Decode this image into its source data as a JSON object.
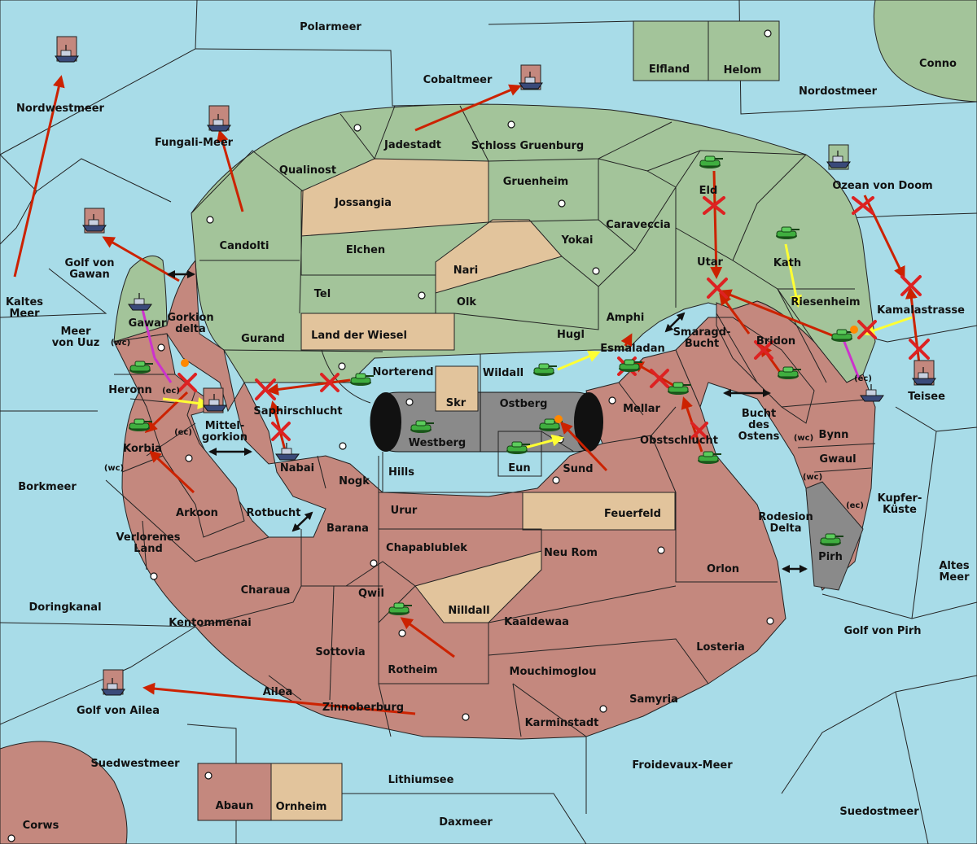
{
  "colors": {
    "sea": "#a8dce8",
    "green": "#a3c49a",
    "red": "#c4887e",
    "neutral": "#e2c49c",
    "impassable": "#8a8a8a",
    "order_move": "#cc2200",
    "order_support": "#ffff33",
    "order_convoy": "#cc33cc",
    "dislodged": "#dd2222"
  },
  "labels": {
    "polarmeer": "Polarmeer",
    "elfland": "Elfland",
    "helom": "Helom",
    "conno": "Conno",
    "nordostmeer": "Nordostmeer",
    "cobaltmeer": "Cobaltmeer",
    "nordwestmeer": "Nordwestmeer",
    "jadestadt": "Jadestadt",
    "schloss_gruenburg": "Schloss Gruenburg",
    "qualinost": "Qualinost",
    "fungali_meer": "Fungali-Meer",
    "gruenheim": "Gruenheim",
    "jossangia": "Jossangia",
    "eld": "Eld",
    "ozean_von_doom": "Ozean von Doom",
    "caraveccia": "Caraveccia",
    "candolti": "Candolti",
    "elchen": "Elchen",
    "yokai": "Yokai",
    "golf_von_gawan": "Golf von\nGawan",
    "nari": "Nari",
    "utar": "Utar",
    "kath": "Kath",
    "kaltes_meer": "Kaltes\nMeer",
    "tel": "Tel",
    "olk": "Olk",
    "riesenheim": "Riesenheim",
    "kamalastrasse": "Kamalastrasse",
    "gorkion_delta": "Gorkion\ndelta",
    "amphi": "Amphi",
    "gawar": "Gawar",
    "meer_von_uuz": "Meer\nvon Uuz",
    "gurand": "Gurand",
    "land_der_wiesel": "Land der Wiesel",
    "hugl": "Hugl",
    "smaragd_bucht": "Smaragd-\nBucht",
    "bridon": "Bridon",
    "esmaladan": "Esmaladan",
    "norterend": "Norterend",
    "wildall": "Wildall",
    "teisee": "Teisee",
    "heronn": "Heronn",
    "skr": "Skr",
    "ostberg": "Ostberg",
    "mellar": "Mellar",
    "saphirschlucht": "Saphirschlucht",
    "bucht_des_ostens": "Bucht\ndes\nOstens",
    "mittel_gorkion": "Mittel-\ngorkion",
    "westberg": "Westberg",
    "korbia": "Korbia",
    "obstschlucht": "Obstschlucht",
    "bynn": "Bynn",
    "nabai": "Nabai",
    "eun": "Eun",
    "sund": "Sund",
    "gwaul": "Gwaul",
    "hills": "Hills",
    "borkmeer": "Borkmeer",
    "nogk": "Nogk",
    "kupfer_kueste": "Kupfer-\nKüste",
    "urur": "Urur",
    "arkoon": "Arkoon",
    "rotbucht": "Rotbucht",
    "feuerfeld": "Feuerfeld",
    "rodesion_delta": "Rodesion\nDelta",
    "barana": "Barana",
    "verlorenes_land": "Verlorenes\nLand",
    "chapablublek": "Chapablublek",
    "pirh": "Pirh",
    "neu_rom": "Neu Rom",
    "altes_meer": "Altes\nMeer",
    "orlon": "Orlon",
    "charaua": "Charaua",
    "qwil": "Qwil",
    "nilldall": "Nilldall",
    "doringkanal": "Doringkanal",
    "kentommenai": "Kentommenai",
    "kaaldewaa": "Kaaldewaa",
    "golf_von_pirh": "Golf von Pirh",
    "losteria": "Losteria",
    "sottovia": "Sottovia",
    "rotheim": "Rotheim",
    "mouchimoglou": "Mouchimoglou",
    "ailea": "Ailea",
    "samyria": "Samyria",
    "zinnoberburg": "Zinnoberburg",
    "golf_von_ailea": "Golf von Ailea",
    "karminstadt": "Karminstadt",
    "suedwestmeer": "Suedwestmeer",
    "froidevaux_meer": "Froidevaux-Meer",
    "lithiumsee": "Lithiumsee",
    "abaun": "Abaun",
    "ornheim": "Ornheim",
    "suedostmeer": "Suedostmeer",
    "corws": "Corws",
    "daxmeer": "Daxmeer"
  },
  "coast_marks": {
    "gawar_wc": "(wc)",
    "heronn_ec": "(ec)",
    "korbia_ec": "(ec)",
    "korbia_wc": "(wc)",
    "riesenheim_ec": "(ec)",
    "bynn_wc": "(wc)",
    "gwaul_wc": "(wc)",
    "gwaul_ec": "(ec)"
  },
  "units": {
    "armies": [
      "Eld",
      "Kath",
      "Norterend",
      "Wildall",
      "Esmaladan",
      "Mellar",
      "Westberg",
      "Ostberg",
      "Eun",
      "Heronn",
      "Korbia",
      "Riesenheim",
      "Bridon",
      "Obstschlucht",
      "Pirh",
      "Qwil"
    ],
    "fleets": [
      "Nordwestmeer",
      "Cobaltmeer",
      "Fungali-Meer",
      "Golf von Gawan",
      "Gawar",
      "Mittelgorkion",
      "Nabai",
      "Ozean von Doom",
      "Teisee",
      "Golf von Ailea",
      "Kamalastrasse"
    ]
  },
  "icons": [
    "army-tank-icon",
    "fleet-ship-icon",
    "supply-center-icon",
    "dislodged-x-icon",
    "bidirectional-arrow-icon",
    "explosion-icon"
  ]
}
